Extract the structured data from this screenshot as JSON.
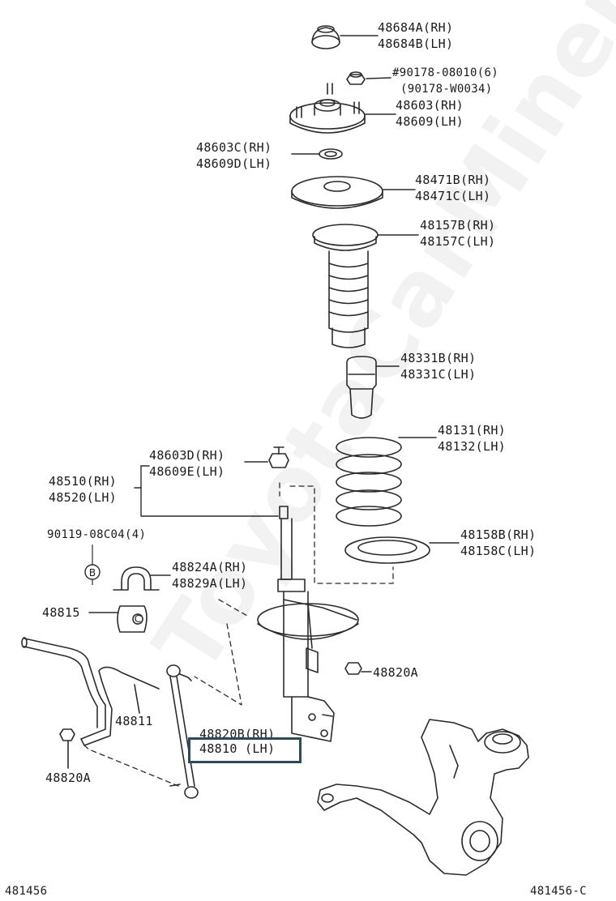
{
  "watermark": "ToyotaCarMiner.ru",
  "labels": {
    "l48684": [
      "48684A(RH)",
      "48684B(LH)"
    ],
    "l90178": [
      "#90178-08010(6)",
      "(90178-W0034)"
    ],
    "l48603": [
      "48603(RH)",
      "48609(LH)"
    ],
    "l48603c": [
      "48603C(RH)",
      "48609D(LH)"
    ],
    "l48471": [
      "48471B(RH)",
      "48471C(LH)"
    ],
    "l48157": [
      "48157B(RH)",
      "48157C(LH)"
    ],
    "l48331": [
      "48331B(RH)",
      "48331C(LH)"
    ],
    "l48131": [
      "48131(RH)",
      "48132(LH)"
    ],
    "l48603d": [
      "48603D(RH)",
      "48609E(LH)"
    ],
    "l48510": [
      "48510(RH)",
      "48520(LH)"
    ],
    "l90119": [
      "90119-08C04(4)"
    ],
    "l48158": [
      "48158B(RH)",
      "48158C(LH)"
    ],
    "l48824": [
      "48824A(RH)",
      "48829A(LH)"
    ],
    "l48815": [
      "48815"
    ],
    "l48820a_right": [
      "48820A"
    ],
    "l48811": [
      "48811"
    ],
    "l48820b": [
      "48820B(RH)"
    ],
    "l48810": [
      "48810  (LH)"
    ],
    "l48820a_left": [
      "48820A"
    ],
    "code_left": "481456",
    "code_right": "481456-C",
    "callout_b": "B",
    "callout_c": "C"
  },
  "colors": {
    "line": "#2b2b2b",
    "highlight": "#2e4a56"
  }
}
